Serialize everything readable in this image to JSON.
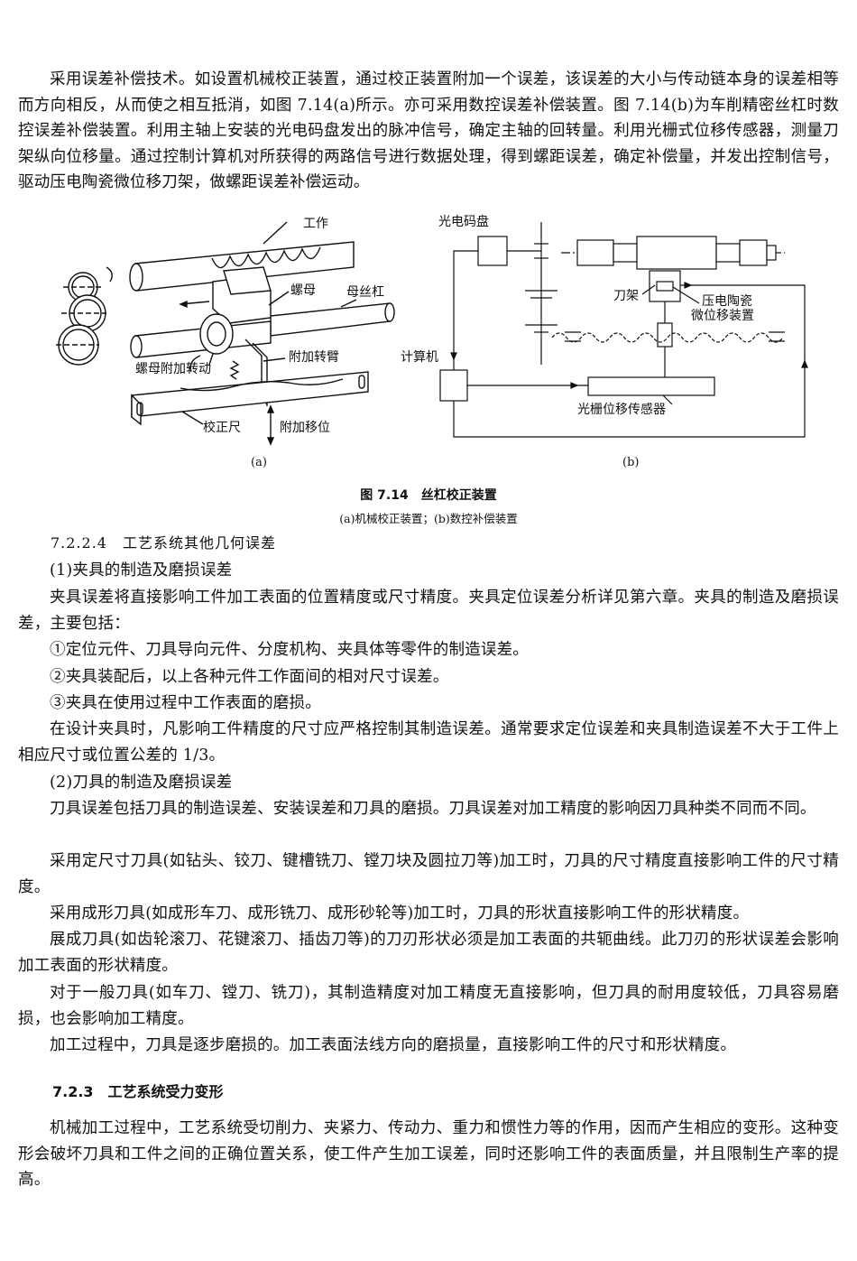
{
  "p_intro": "采用误差补偿技术。如设置机械校正装置，通过校正装置附加一个误差，该误差的大小与传动链本身的误差相等而方向相反，从而使之相互抵消，如图 7.14(a)所示。亦可采用数控误差补偿装置。图 7.14(b)为车削精密丝杠时数控误差补偿装置。利用主轴上安装的光电码盘发出的脉冲信号，确定主轴的回转量。利用光栅式位移传感器，测量刀架纵向位移量。通过控制计算机对所获得的两路信号进行数据处理，得到螺距误差，确定补偿量，并发出控制信号，驱动压电陶瓷微位移刀架，做螺距误差补偿运动。",
  "figure": {
    "a_labels": {
      "workpiece": "工作",
      "nut": "螺母",
      "leadscrew": "母丝杠",
      "nut_rotation": "螺母附加转动",
      "arm": "附加转臂",
      "ruler": "校正尺",
      "shift": "附加移位",
      "sub": "(a)"
    },
    "b_labels": {
      "encoder": "光电码盘",
      "toolpost": "刀架",
      "piezo_1": "压电陶瓷",
      "piezo_2": "微位移装置",
      "computer": "计算机",
      "grating": "光栅位移传感器",
      "sub": "(b)"
    },
    "caption_title": "图 7.14　丝杠校正装置",
    "caption_sub": "(a)机械校正装置；(b)数控补偿装置"
  },
  "h_7224": "7.2.2.4　工艺系统其他几何误差",
  "h_fixture": "(1)夹具的制造及磨损误差",
  "p_fixture": "夹具误差将直接影响工件加工表面的位置精度或尺寸精度。夹具定位误差分析详见第六章。夹具的制造及磨损误差，主要包括：",
  "li_1": "①定位元件、刀具导向元件、分度机构、夹具体等零件的制造误差。",
  "li_2": "②夹具装配后，以上各种元件工作面间的相对尺寸误差。",
  "li_3": "③夹具在使用过程中工作表面的磨损。",
  "p_design": "在设计夹具时，凡影响工件精度的尺寸应严格控制其制造误差。通常要求定位误差和夹具制造误差不大于工件上相应尺寸或位置公差的 1/3。",
  "h_tool": "(2)刀具的制造及磨损误差",
  "p_tool1": "刀具误差包括刀具的制造误差、安装误差和刀具的磨损。刀具误差对加工精度的影响因刀具种类不同而不同。",
  "p_tool2": "采用定尺寸刀具(如钻头、铰刀、键槽铣刀、镗刀块及圆拉刀等)加工时，刀具的尺寸精度直接影响工件的尺寸精度。",
  "p_tool3": "采用成形刀具(如成形车刀、成形铣刀、成形砂轮等)加工时，刀具的形状直接影响工件的形状精度。",
  "p_tool4": "展成刀具(如齿轮滚刀、花键滚刀、插齿刀等)的刀刃形状必须是加工表面的共轭曲线。此刀刃的形状误差会影响加工表面的形状精度。",
  "p_tool5": "对于一般刀具(如车刀、镗刀、铣刀)，其制造精度对加工精度无直接影响，但刀具的耐用度较低，刀具容易磨损，也会影响加工精度。",
  "p_tool6": "加工过程中，刀具是逐步磨损的。加工表面法线方向的磨损量，直接影响工件的尺寸和形状精度。",
  "h_723": "7.2.3　工艺系统受力变形",
  "p_force": "机械加工过程中，工艺系统受切削力、夹紧力、传动力、重力和惯性力等的作用，因而产生相应的变形。这种变形会破坏刀具和工件之间的正确位置关系，使工件产生加工误差，同时还影响工件的表面质量，并且限制生产率的提高。"
}
